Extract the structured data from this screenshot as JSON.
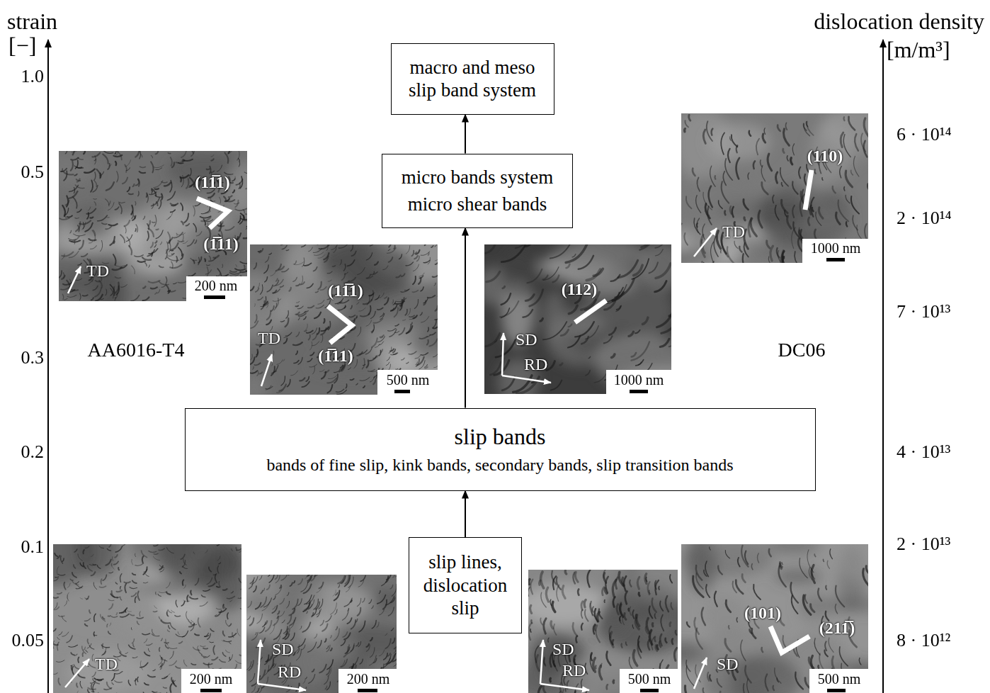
{
  "diagram": {
    "nodes": [
      {
        "text": [
          "slip lines, dislocation slip"
        ]
      },
      {
        "text": [
          "slip bands",
          "bands of fine slip, kink bands, secondary bands, slip transition bands"
        ]
      },
      {
        "text": [
          "micro bands system",
          "micro shear bands"
        ]
      },
      {
        "text": [
          "macro and meso slip band system"
        ]
      }
    ],
    "edges": [
      {
        "from": 0,
        "to": 1,
        "arrow": "to"
      },
      {
        "from": 1,
        "to": 2,
        "arrow": "to"
      },
      {
        "from": 2,
        "to": 3,
        "arrow": "to"
      }
    ],
    "labels": [
      "strain",
      "[−]",
      "dislocation density",
      "[m/m³]",
      "1.0",
      "6 · 10¹⁴",
      "0.5",
      "(11̅1)",
      "(1̅11)",
      "TD",
      "200 nm",
      "2 · 10¹⁴",
      "(110)",
      "TD",
      "1000 nm",
      "7 · 10¹³",
      "(11̅1)",
      "(1̅11)",
      "TD",
      "500 nm",
      "(112)",
      "SD",
      "RD",
      "1000 nm",
      "AA6016-T4",
      "DC06",
      "0.3",
      "0.2",
      "4 · 10¹³",
      "0.1",
      "2 · 10¹³",
      "0.05",
      "8 · 10¹²",
      "TD",
      "200 nm",
      "SD",
      "RD",
      "200 nm",
      "SD",
      "RD",
      "500 nm",
      "(101)",
      "(211̅)",
      "SD",
      "500 nm"
    ]
  }
}
